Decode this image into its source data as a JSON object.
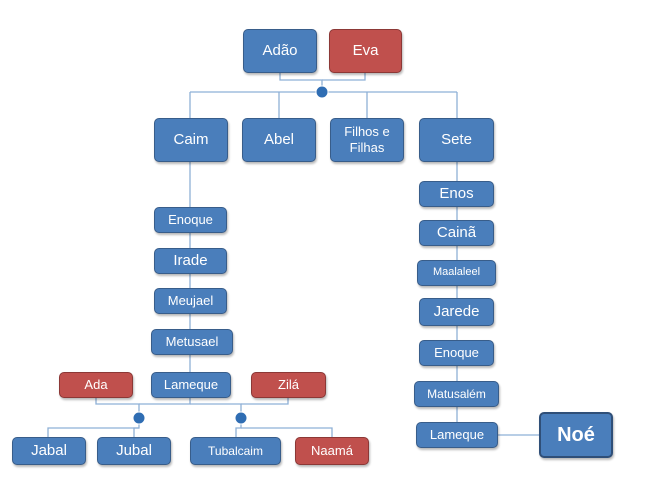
{
  "couple": {
    "adao": "Adão",
    "eva": "Eva"
  },
  "children": {
    "caim": "Caim",
    "abel": "Abel",
    "filhos": "Filhos e\nFilhas",
    "sete": "Sete"
  },
  "cain_line": [
    "Enoque",
    "Irade",
    "Meujael",
    "Metusael",
    "Lameque"
  ],
  "lamech_wives": {
    "ada": "Ada",
    "zila": "Zilá"
  },
  "lamech_children": {
    "jabal": "Jabal",
    "jubal": "Jubal",
    "tubalcaim": "Tubalcaim",
    "naama": "Naamá"
  },
  "seth_line": [
    "Enos",
    "Cainã",
    "Maalaleel",
    "Jarede",
    "Enoque",
    "Matusalém",
    "Lameque"
  ],
  "noe": "Noé",
  "colors": {
    "male": "#4a7ebb",
    "female": "#c0504d",
    "line": "#8eb0d6",
    "dot": "#2f6db3"
  }
}
